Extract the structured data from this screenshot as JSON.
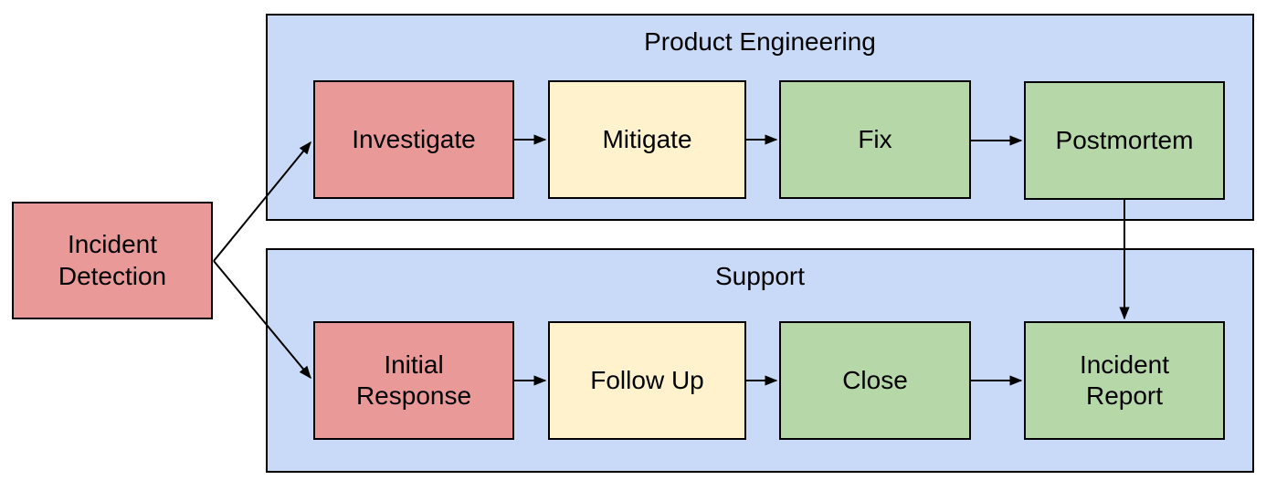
{
  "diagram": {
    "lanes": {
      "product_engineering": {
        "label": "Product Engineering"
      },
      "support": {
        "label": "Support"
      }
    },
    "nodes": {
      "incident_detection": {
        "label": "Incident Detection",
        "color_key": "red"
      },
      "investigate": {
        "label": "Investigate",
        "color_key": "red"
      },
      "mitigate": {
        "label": "Mitigate",
        "color_key": "yellow"
      },
      "fix": {
        "label": "Fix",
        "color_key": "green"
      },
      "postmortem": {
        "label": "Postmortem",
        "color_key": "green"
      },
      "initial_response": {
        "label": "Initial Response",
        "color_key": "red"
      },
      "follow_up": {
        "label": "Follow Up",
        "color_key": "yellow"
      },
      "close": {
        "label": "Close",
        "color_key": "green"
      },
      "incident_report": {
        "label": "Incident Report",
        "color_key": "green"
      }
    },
    "edges": [
      {
        "from": "Incident Detection",
        "to": "Investigate"
      },
      {
        "from": "Incident Detection",
        "to": "Initial Response"
      },
      {
        "from": "Investigate",
        "to": "Mitigate"
      },
      {
        "from": "Mitigate",
        "to": "Fix"
      },
      {
        "from": "Fix",
        "to": "Postmortem"
      },
      {
        "from": "Postmortem",
        "to": "Incident Report"
      },
      {
        "from": "Initial Response",
        "to": "Follow Up"
      },
      {
        "from": "Follow Up",
        "to": "Close"
      },
      {
        "from": "Close",
        "to": "Incident Report"
      }
    ],
    "colors": {
      "lane": "#c9daf8",
      "red": "#ea9999",
      "yellow": "#fff2cc",
      "green": "#b6d7a8",
      "border": "#000000",
      "text": "#000000",
      "background": "#ffffff"
    }
  }
}
